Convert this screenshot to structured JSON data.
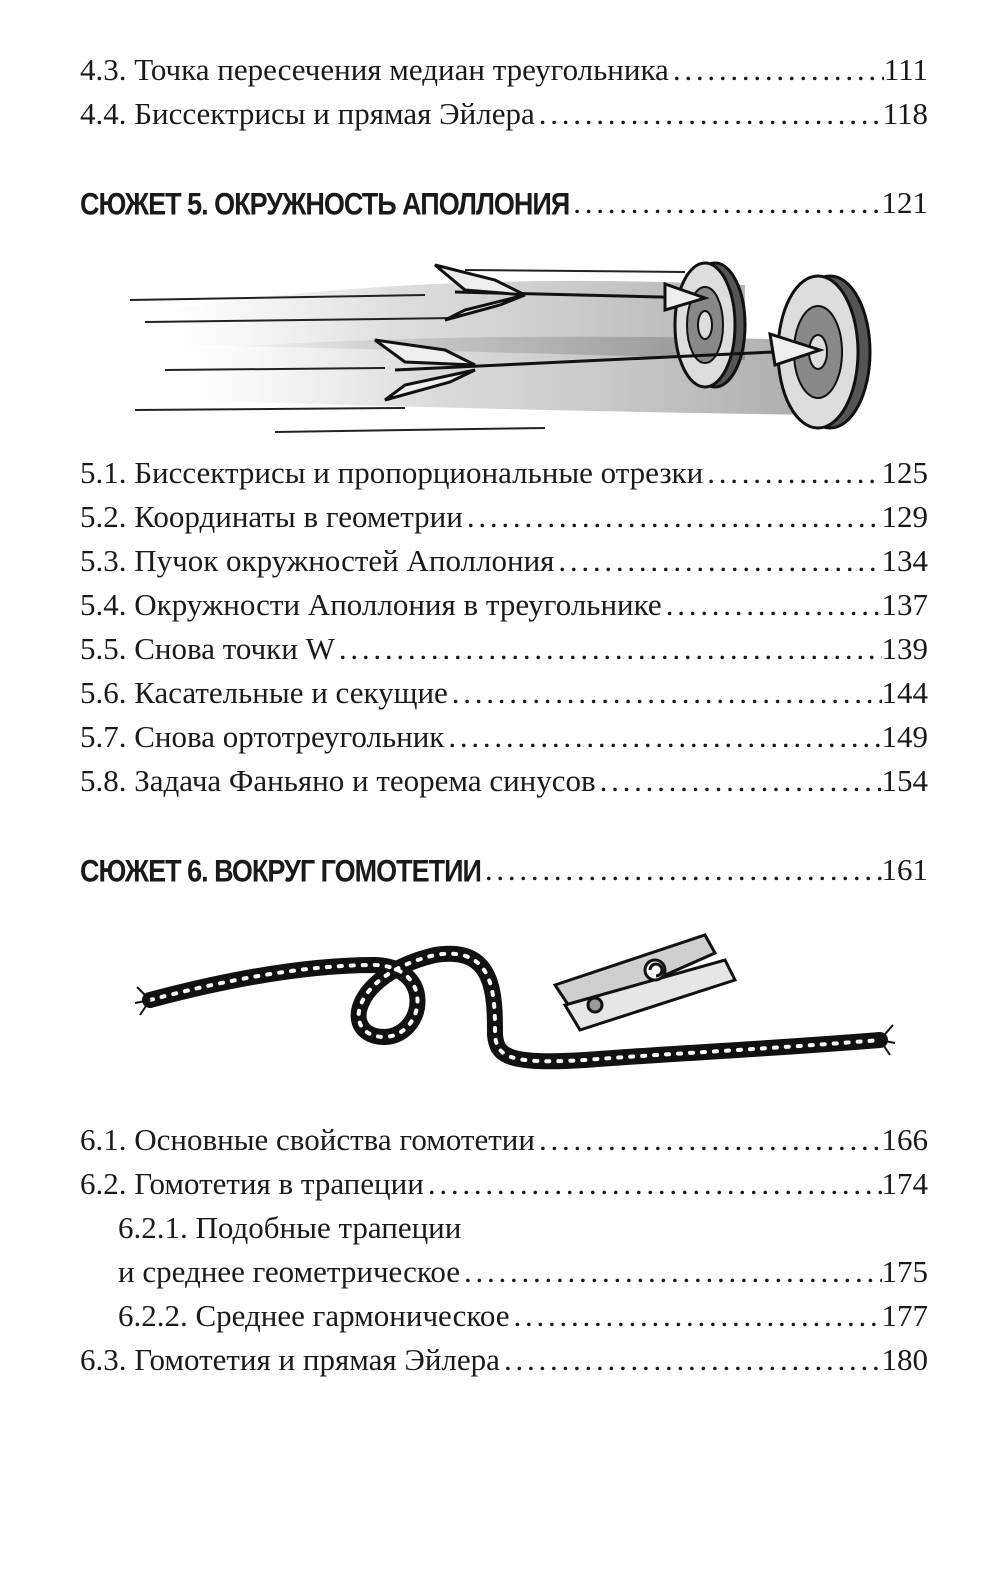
{
  "entries_top": [
    {
      "label": "4.3. Точка пересечения медиан треугольника",
      "page": "111"
    },
    {
      "label": "4.4. Биссектрисы и прямая Эйлера",
      "page": "118"
    }
  ],
  "chapter5": {
    "label": "СЮЖЕТ 5. ОКРУЖНОСТЬ АПОЛЛОНИЯ",
    "page": "121"
  },
  "entries5": [
    {
      "label": "5.1. Биссектрисы и пропорциональные отрезки",
      "page": "125"
    },
    {
      "label": "5.2. Координаты в геометрии",
      "page": "129"
    },
    {
      "label": "5.3. Пучок окружностей Аполлония",
      "page": "134"
    },
    {
      "label": "5.4. Окружности Аполлония в треугольнике",
      "page": "137"
    },
    {
      "label": "5.5. Снова точки W",
      "page": "139"
    },
    {
      "label": "5.6. Касательные и секущие",
      "page": "144"
    },
    {
      "label": "5.7. Снова ортотреугольник",
      "page": "149"
    },
    {
      "label": "5.8. Задача Фаньяно и теорема синусов",
      "page": "154"
    }
  ],
  "chapter6": {
    "label": "СЮЖЕТ 6. ВОКРУГ ГОМОТЕТИИ",
    "page": "161"
  },
  "entries6": [
    {
      "label": "6.1. Основные свойства гомотетии",
      "page": "166"
    },
    {
      "label": "6.2. Гомотетия в трапеции",
      "page": "174"
    },
    {
      "label": "6.2.1. Подобные трапеции",
      "page": ""
    },
    {
      "label": "и среднее геометрическое",
      "page": "175"
    },
    {
      "label": "6.2.2. Среднее гармоническое",
      "page": "177"
    },
    {
      "label": "6.3. Гомотетия и прямая Эйлера",
      "page": "180"
    }
  ],
  "illustrations": {
    "arrows_icon": "arrows-hitting-targets-icon",
    "rope_icon": "rope-with-clothespin-icon"
  }
}
